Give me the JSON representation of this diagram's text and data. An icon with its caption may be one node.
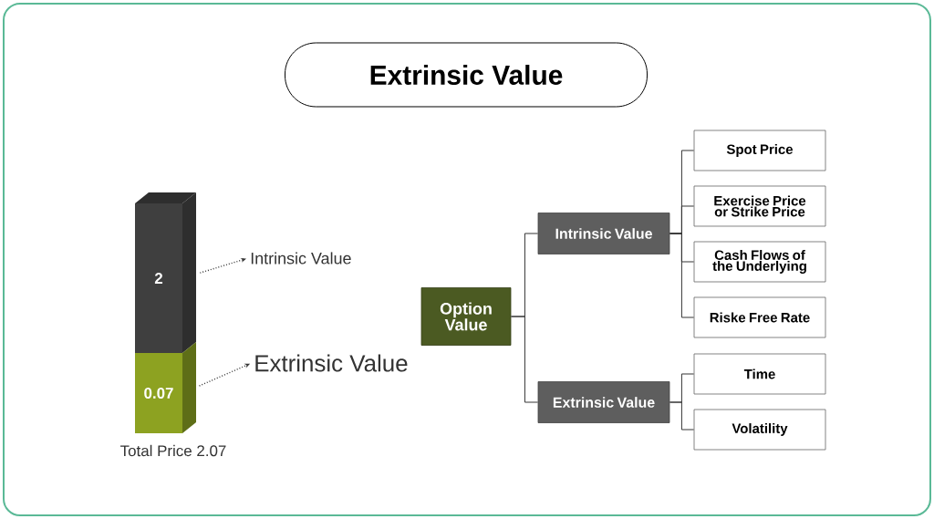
{
  "diagram": {
    "title": "Extrinsic Value",
    "nodes": [
      {
        "text": [
          "2"
        ]
      },
      {
        "text": [
          "Intrinsic Value"
        ]
      },
      {
        "text": [
          "0.07"
        ]
      },
      {
        "text": [
          "Extrinsic Value"
        ]
      },
      {
        "text": [
          "Option Value"
        ]
      },
      {
        "text": [
          "Intrinsic Value"
        ]
      },
      {
        "text": [
          "Extrinsic Value"
        ]
      },
      {
        "text": [
          "Spot Price"
        ]
      },
      {
        "text": [
          "Exercise Price or Strike Price"
        ]
      },
      {
        "text": [
          "Cash Flows of the Underlying"
        ]
      },
      {
        "text": [
          "Riske Free Rate"
        ]
      },
      {
        "text": [
          "Time"
        ]
      },
      {
        "text": [
          "Volatility"
        ]
      }
    ],
    "edges": [
      {
        "from": 0,
        "to": 1,
        "arrow": "to",
        "style": "dashed"
      },
      {
        "from": 2,
        "to": 3,
        "arrow": "to",
        "style": "dashed"
      },
      {
        "from": 4,
        "to": 5,
        "arrow": "none"
      },
      {
        "from": 4,
        "to": 6,
        "arrow": "none"
      },
      {
        "from": 5,
        "to": 7,
        "arrow": "none"
      },
      {
        "from": 5,
        "to": 8,
        "arrow": "none"
      },
      {
        "from": 5,
        "to": 9,
        "arrow": "none"
      },
      {
        "from": 5,
        "to": 10,
        "arrow": "none"
      },
      {
        "from": 6,
        "to": 11,
        "arrow": "none"
      },
      {
        "from": 6,
        "to": 12,
        "arrow": "none"
      }
    ],
    "labels": [
      "Total Price 2.07"
    ]
  }
}
